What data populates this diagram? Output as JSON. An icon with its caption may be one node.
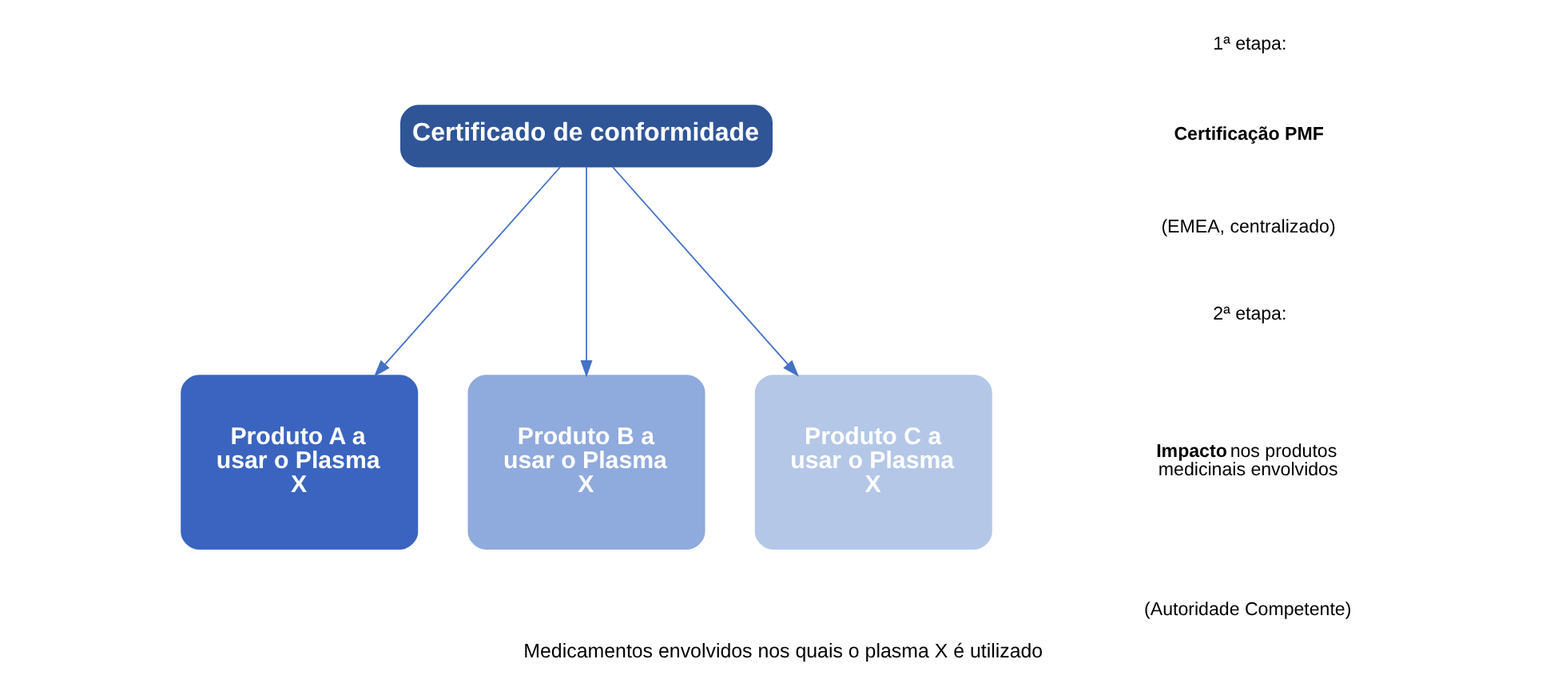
{
  "diagram": {
    "caption": "Medicamentos envolvidos nos quais o plasma X é utilizado",
    "nodes": [
      {
        "text": [
          "Certificado de conformidade"
        ]
      },
      {
        "text": [
          "Produto A a usar o Plasma X"
        ]
      },
      {
        "text": [
          "Produto B a usar o Plasma X"
        ]
      },
      {
        "text": [
          "Produto C a usar o Plasma X"
        ]
      }
    ],
    "edges": [
      {
        "from": 0,
        "to": 1,
        "arrow": "to"
      },
      {
        "from": 0,
        "to": 2,
        "arrow": "to"
      },
      {
        "from": 0,
        "to": 3,
        "arrow": "to"
      }
    ],
    "labels": [
      "1ª etapa:",
      "**Certificação PMF**",
      "(EMEA, centralizado)",
      "2ª etapa:",
      "**Impacto** nos produtos medicinais envolvidos",
      "(Autoridade Competente)"
    ]
  }
}
